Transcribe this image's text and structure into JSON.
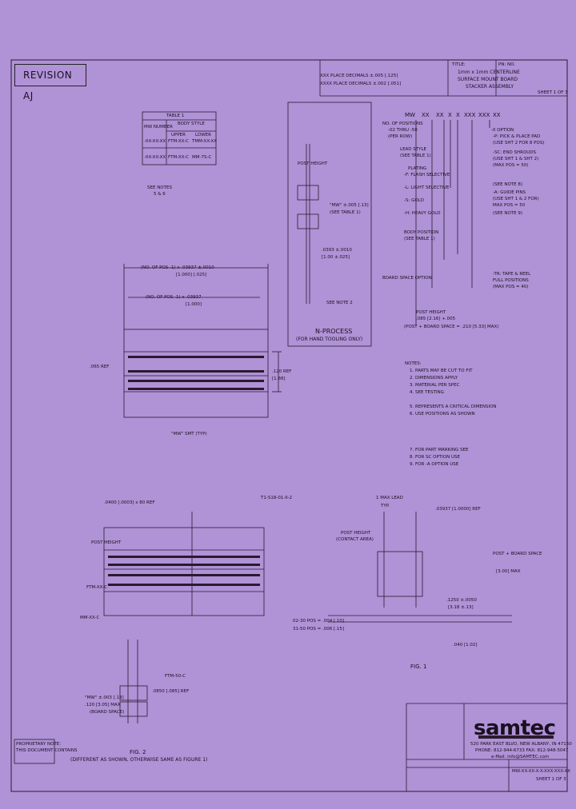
{
  "revision": "REVISION AJ",
  "title_block": {
    "title_label": "TITLE:",
    "title_lines": [
      "1mm x 1mm CENTERLINE",
      "SURFACE MOUNT BOARD",
      "STACKER ASSEMBLY"
    ],
    "tolerance_lines": [
      "XXX PLACE DECIMALS ±.005 [.125]",
      "XXXX PLACE DECIMALS ±.002 [.051]"
    ],
    "part_no": "PN: NO.",
    "sheet": "SHEET 1 OF 3"
  },
  "part_number_code": [
    "MW",
    "XX",
    "XX",
    "X",
    "X",
    "XXX",
    "XXX",
    "XX"
  ],
  "table": {
    "title": "TABLE 1",
    "header_left": "MW NUMBER",
    "header_right": "BODY STYLE",
    "sub_headers": [
      "UPPER",
      "LOWER"
    ],
    "rows": [
      [
        "-XX-XX-XX",
        "FTM-XX-C",
        "TMM-XX-XX"
      ],
      [
        "-XX-XX-XX",
        "FTM-XX-C",
        "MM-7S-C"
      ]
    ]
  },
  "notes_refs": [
    "SEE NOTES",
    "5 & 6"
  ],
  "n_process": {
    "title": "N-PROCESS",
    "subtitle": "(FOR HAND TOOLING ONLY)"
  },
  "labels": {
    "post_height": "POST HEIGHT",
    "mw_spec": "\"MW\" ±.005 [.13]",
    "see_table": "(SEE TABLE 1)",
    "dim_a": ".0393 ±.0010",
    "dim_a2": "[1.00 ±.025]",
    "see_note": "SEE NOTE 2",
    "no_pos": "(NO. OF POS -1) x .03937 ±.0010",
    "no_pos2": "[1.000] [.025]",
    "no_pos_b": "(NO. OF POS -1) x .03937",
    "no_pos_b2": "[1.000]",
    "dim_065": ".065 REF",
    "dim_120": ".120 REF",
    "dim_1_88": "[1.88]",
    "mw_smt": "\"MW\" SMT (TYP)",
    "top_ref": ".0400 [.0003] x 80 REF",
    "pin_label": "T1-S18-01-X-2",
    "post_height_ref": "POST HEIGHT",
    "ftm_label": "FTM-XX-C",
    "mm_label": "MM-XX-C",
    "tmm_label": "TMM-XX-XX",
    "pos_a": "02-30 POS = .004 [.10]",
    "pos_b": "31-50 POS = .006 [.15]",
    "fig1": "FIG. 1",
    "fig2": "FIG. 2",
    "fig2_note": "(DIFFERENT AS SHOWN, OTHERWISE SAME AS FIGURE 1)",
    "ftm_50_c": "FTM-50-C",
    "mw_003": "\"MW\" ±.003 [.13]",
    "dim_120b": ".120 [3.05] MAX",
    "board_space": "(BOARD SPACE)",
    "dim_085": ".0850 [.085] REF",
    "dim_125": ".1250 ±.0050",
    "dim_125b": "[3.18 ±.13]",
    "max_lead": "1 MAX LEAD",
    "typ": "TYP.",
    "post_height_contact": "POST HEIGHT",
    "contact_area": "(CONTACT AREA)",
    "board_space_b": "POST + BOARD SPACE",
    "max_space": "[3.00] MAX",
    "dim_040": ".040 [1.02]",
    "dim_0393_ref": ".03937 [1.0000] REF"
  },
  "right_options": [
    "-X OPTION",
    "-P: PICK & PLACE PAD",
    "(USE SHT 2 FOR 8 POS)",
    "-SC: END SHROUDS",
    "(USE SHT 1 & SHT 2)",
    "(MAX POS = 50)",
    "(SEE NOTE 8)",
    "-A: GUIDE PINS",
    "(USE SHT 1 & 2 FOR)",
    "MAX POS = 50",
    "(SEE NOTE 9)",
    "-TR: TAPE & REEL",
    "FULL POSITIONS",
    "(MAX POS = 40)"
  ],
  "left_code_lines": [
    "NO. OF POSITIONS",
    "-02 THRU -50",
    "(PER ROW)",
    "LEAD STYLE",
    "(SEE TABLE 1)",
    "PLATING",
    "-F: FLASH SELECTIVE",
    "-L: LIGHT SELECTIVE",
    "-S: GOLD",
    "-H: HEAVY GOLD",
    "BODY POSITION",
    "(SEE TABLE 1)",
    "BOARD SPACE OPTION",
    "POST HEIGHT",
    ".085 [2.16] +.005",
    "(POST + BOARD SPACE = .210 [5.33] MAX)"
  ],
  "notes": [
    "NOTES:",
    "1. PARTS MAY BE CUT TO FIT",
    "2. DIMENSIONS APPLY",
    "3. MATERIAL PER SPEC",
    "4. SEE TESTING",
    "5. REPRESENTS A CRITICAL DIMENSION",
    "6. USE POSITIONS AS SHOWN",
    "7. FOR PART MARKING SEE",
    "8. FOR SC OPTION USE",
    "9. FOR -A OPTION USE"
  ],
  "proprietary": [
    "PROPRIETARY NOTE:",
    "THIS DOCUMENT CONTAINS"
  ],
  "footer": {
    "company_lines": [
      "520 PARK EAST BLVD, NEW ALBANY, IN 47150",
      "PHONE: 812-944-6733 FAX: 812-948-5047",
      "e-Mail: info@SAMTEC.com"
    ],
    "logo": "samtec",
    "drawing_no": "MW-XX-XX-X-X-XXX-XXX-XX",
    "sheet": "SHEET 1 OF 3"
  }
}
